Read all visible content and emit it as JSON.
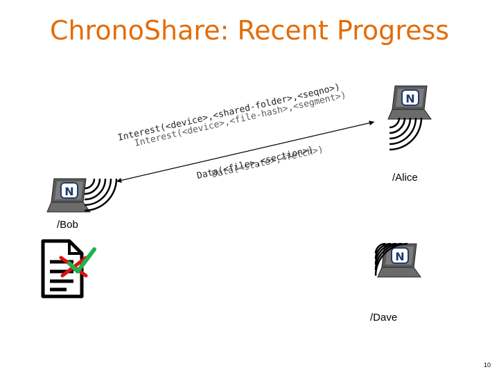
{
  "title": "ChronoShare: Recent Progress",
  "labels": {
    "alice": "/Alice",
    "bob": "/Bob",
    "dave": "/Dave"
  },
  "messages": {
    "interest_a": "Interest(<device>,<shared-folder>,<seqno>)",
    "interest_b": "Interest(<device>,<file-hash>,<segment>)",
    "data_a": "Data(<file>,<section>)",
    "data_b": "Data(<state>,<fetch>)"
  },
  "page_number": "10",
  "icons": [
    "laptop-icon",
    "ndn-logo-icon",
    "wifi-waves-icon",
    "document-icon",
    "check-mark-icon",
    "cross-mark-icon"
  ],
  "colors": {
    "title": "#e36c0a",
    "check": "#22b14c",
    "cross": "#e01010",
    "logo_blue": "#1f3a6e"
  }
}
